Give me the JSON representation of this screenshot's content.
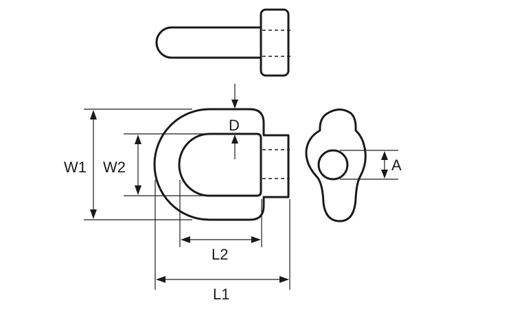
{
  "labels": {
    "w1": "W1",
    "w2": "W2",
    "d": "D",
    "a": "A",
    "l1": "L1",
    "l2": "L2"
  },
  "colors": {
    "line": "#1a1a1a",
    "background": "#ffffff"
  }
}
